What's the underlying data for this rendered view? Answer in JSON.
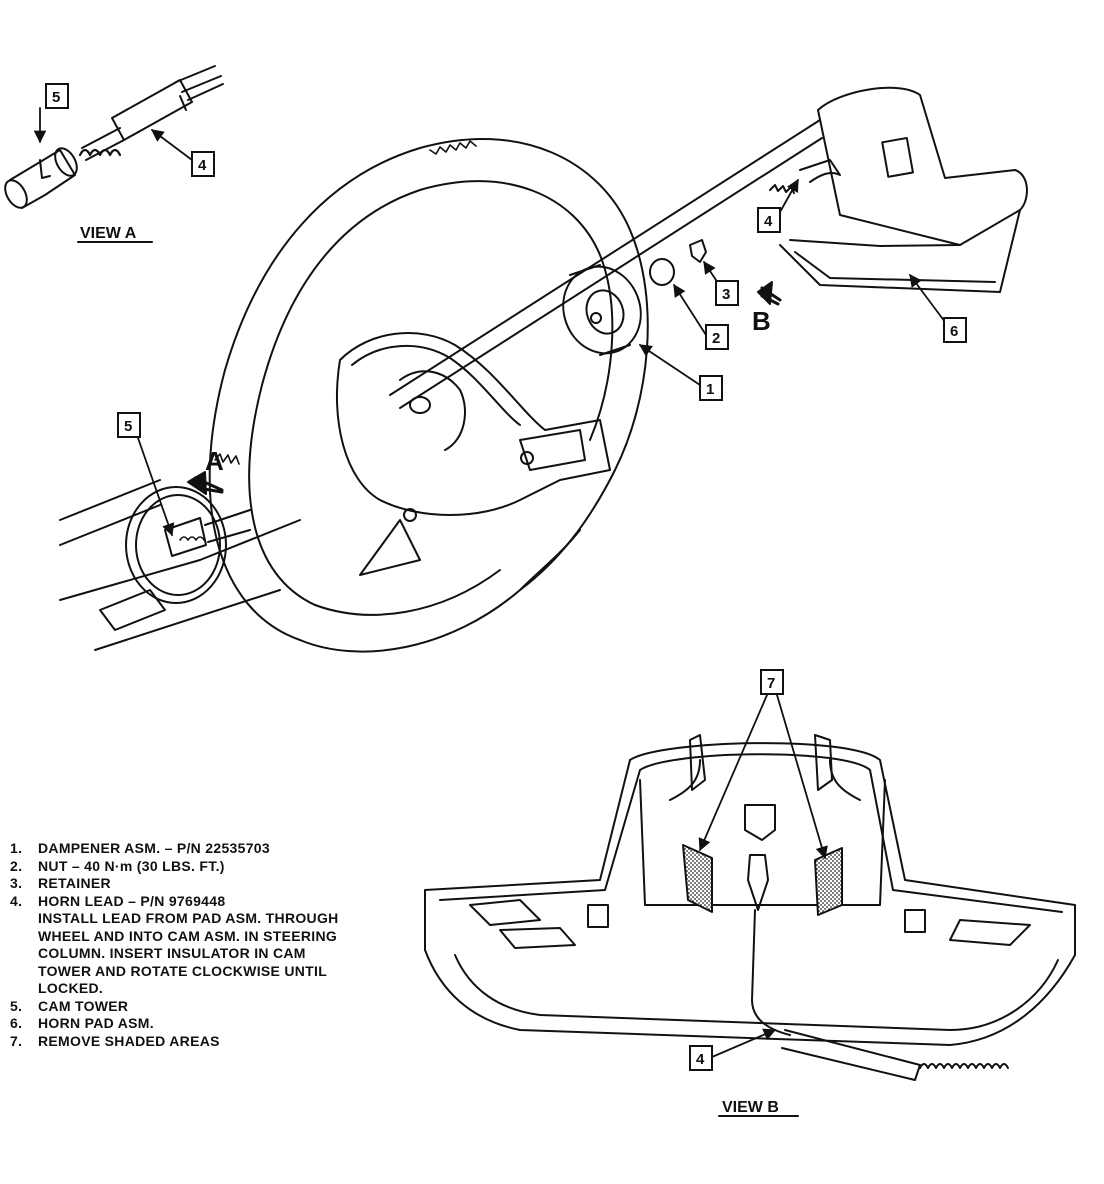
{
  "views": {
    "view_a": "VIEW A",
    "view_b": "VIEW B"
  },
  "direction_letters": {
    "a": "A",
    "b": "B"
  },
  "callouts": {
    "c1": "1",
    "c2": "2",
    "c3": "3",
    "c4_main": "4",
    "c4_view_a": "4",
    "c4_view_b": "4",
    "c5_view_a": "5",
    "c5_main": "5",
    "c6": "6",
    "c7": "7"
  },
  "legend": [
    {
      "num": "1.",
      "text": "DAMPENER ASM. – P/N 22535703"
    },
    {
      "num": "2.",
      "text": "NUT – 40 N·m (30 LBS. FT.)"
    },
    {
      "num": "3.",
      "text": "RETAINER"
    },
    {
      "num": "4.",
      "text": "HORN LEAD – P/N 9769448\nINSTALL LEAD FROM PAD ASM. THROUGH\nWHEEL AND INTO CAM ASM. IN STEERING\nCOLUMN. INSERT INSULATOR IN CAM\nTOWER AND ROTATE CLOCKWISE UNTIL\nLOCKED."
    },
    {
      "num": "5.",
      "text": "CAM TOWER"
    },
    {
      "num": "6.",
      "text": "HORN PAD ASM."
    },
    {
      "num": "7.",
      "text": "REMOVE SHADED AREAS"
    }
  ]
}
